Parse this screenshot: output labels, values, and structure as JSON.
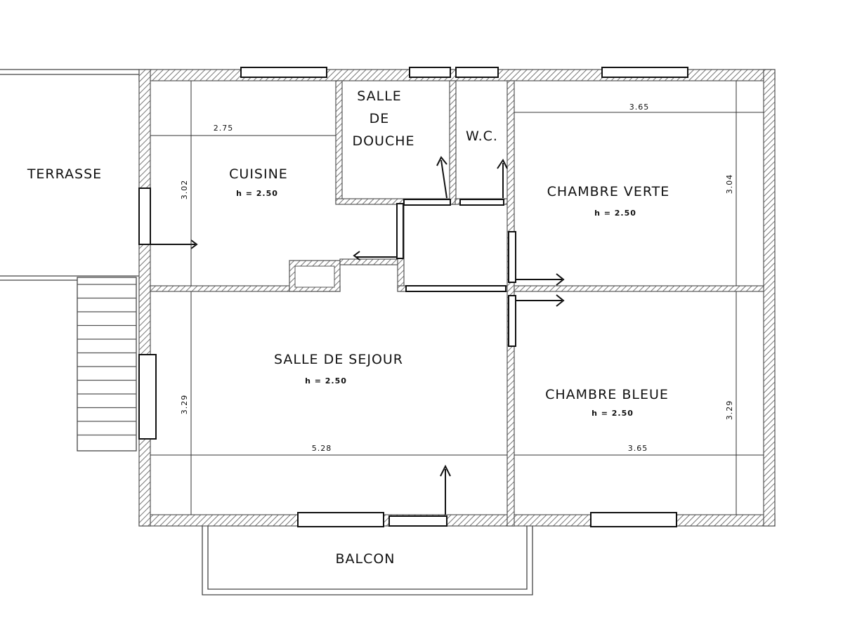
{
  "rooms": {
    "terrasse": "TERRASSE",
    "cuisine": "CUISINE",
    "cuisine_h": "h = 2.50",
    "salle_douche_1": "SALLE",
    "salle_douche_2": "DE",
    "salle_douche_3": "DOUCHE",
    "wc": "W.C.",
    "chambre_verte": "CHAMBRE VERTE",
    "chambre_verte_h": "h = 2.50",
    "salle_sejour": "SALLE DE SEJOUR",
    "salle_sejour_h": "h = 2.50",
    "chambre_bleue": "CHAMBRE BLEUE",
    "chambre_bleue_h": "h = 2.50",
    "balcon": "BALCON"
  },
  "dimensions": {
    "cuisine_width": "2.75",
    "cuisine_height": "3.02",
    "chambre_verte_width": "3.65",
    "chambre_verte_height": "3.04",
    "sejour_width": "5.28",
    "sejour_height": "3.29",
    "chambre_bleue_width": "3.65",
    "chambre_bleue_height": "3.29"
  }
}
